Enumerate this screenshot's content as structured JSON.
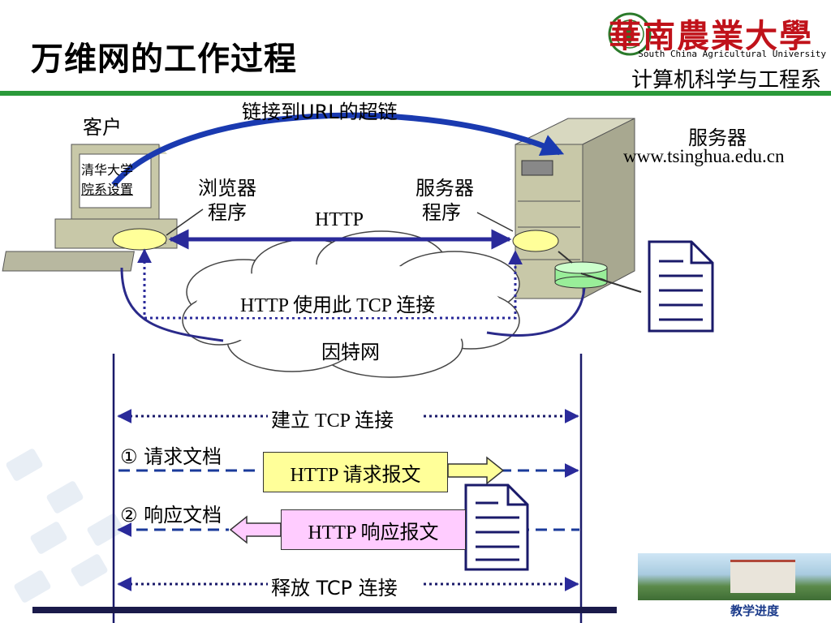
{
  "slide": {
    "title": "万维网的工作过程",
    "university_logo_text": "華南農業大學",
    "university_english": "South China Agricultural University",
    "department": "计算机科学与工程系"
  },
  "diagram": {
    "client_label": "客户",
    "screen_line1": "清华大学",
    "screen_line2": "院系设置",
    "hyperlink_label": "链接到URL的超链",
    "browser_label_1": "浏览器",
    "browser_label_2": "程序",
    "server_program_1": "服务器",
    "server_program_2": "程序",
    "http_label": "HTTP",
    "tcp_label": "HTTP 使用此 TCP 连接",
    "internet_label": "因特网",
    "server_label": "服务器",
    "server_url": "www.tsinghua.edu.cn"
  },
  "sequence": {
    "establish": "建立 TCP 连接",
    "step1": "① 请求文档",
    "request_msg": "HTTP 请求报文",
    "step2": "② 响应文档",
    "response_msg": "HTTP 响应报文",
    "release": "释放 TCP 连接"
  },
  "footer": {
    "progress_link": "教学进度"
  },
  "colors": {
    "accent_green": "#2a9a3a",
    "arrow_blue": "#2a2a9a",
    "logo_red": "#c0121a"
  }
}
